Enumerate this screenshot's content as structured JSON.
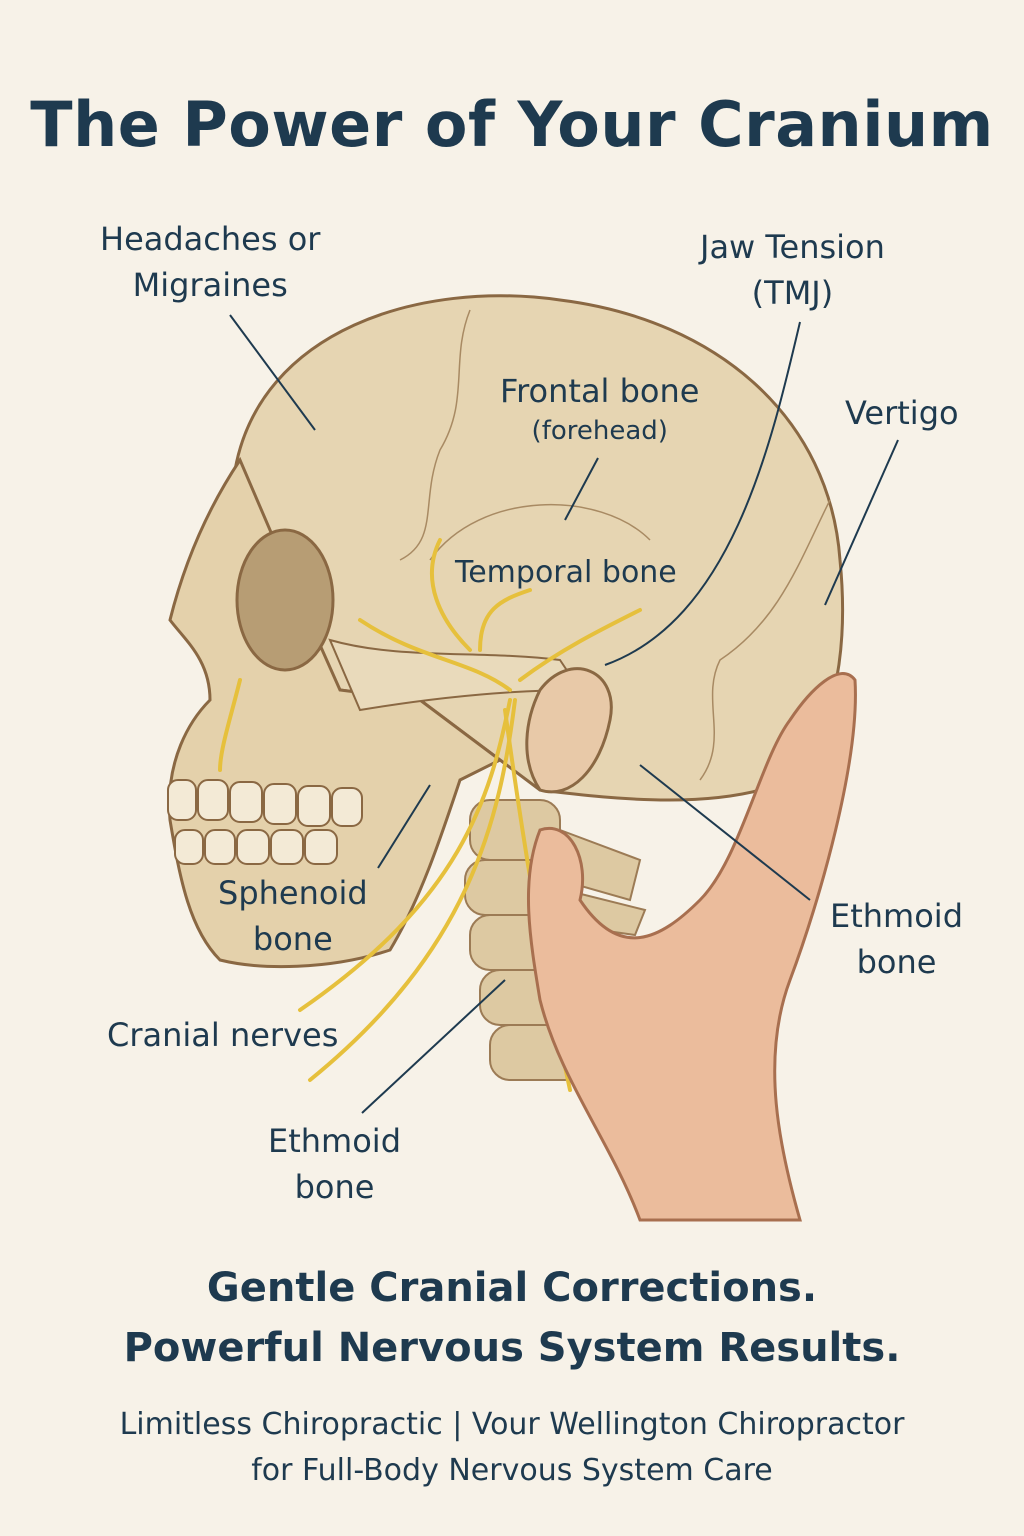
{
  "title": "The Power of Your Cranium",
  "labels": {
    "headaches": [
      "Headaches or",
      "Migraines"
    ],
    "jaw": [
      "Jaw Tension",
      "(TMJ)"
    ],
    "frontal": [
      "Frontal bone",
      "(forehead)"
    ],
    "vertigo": "Vertigo",
    "temporal": "Temporal bone",
    "sphenoid": [
      "Sphenoid",
      "bone"
    ],
    "ethmoid_right": [
      "Ethmoid",
      "bone"
    ],
    "cranial_nerves": "Cranial nerves",
    "ethmoid_bottom": [
      "Ethmoid",
      "bone"
    ]
  },
  "tagline": [
    "Gentle Cranial Corrections.",
    "Powerful Nervous System Results."
  ],
  "footer": [
    "Limitless Chiropractic | Vour Wellington Chiropractor",
    "for Full-Body Nervous System Care"
  ],
  "colors": {
    "background": "#f7f2e8",
    "text": "#1e3a4f",
    "bone": "#e4d2ad",
    "nerve": "#e6c03c",
    "skin": "#eab999"
  }
}
